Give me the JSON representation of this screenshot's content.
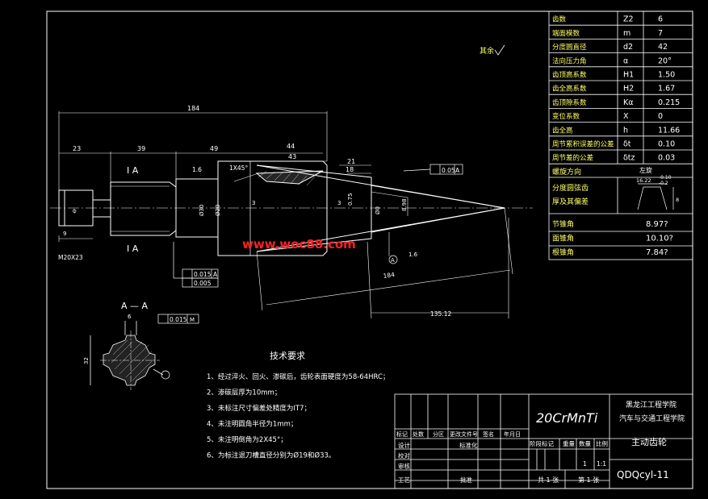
{
  "params_table": {
    "rows": [
      {
        "name": "齿数",
        "symbol": "Z2",
        "value": "6"
      },
      {
        "name": "端面模数",
        "symbol": "m",
        "value": "7"
      },
      {
        "name": "分度圆直径",
        "symbol": "d2",
        "value": "42"
      },
      {
        "name": "法向压力角",
        "symbol": "α",
        "value": "20°"
      },
      {
        "name": "齿顶高系数",
        "symbol": "H1",
        "value": "1.50"
      },
      {
        "name": "齿全高系数",
        "symbol": "H2",
        "value": "1.67"
      },
      {
        "name": "齿顶隙系数",
        "symbol": "Kα",
        "value": "0.215"
      },
      {
        "name": "变位系数",
        "symbol": "X",
        "value": "0"
      },
      {
        "name": "齿全高",
        "symbol": "h",
        "value": "11.66"
      },
      {
        "name": "周节累积误差的公差",
        "symbol": "δt",
        "value": "0.10"
      },
      {
        "name": "周节差的公差",
        "symbol": "δtz",
        "value": "0.03"
      }
    ],
    "helix_label": "螺旋方向",
    "helix_value": "左旋",
    "tooth_thickness_label_1": "分度圆弦齿",
    "tooth_thickness_label_2": "厚及其偏差",
    "tooth_dim_1": "16.22",
    "tooth_tol_upper": "-0.10",
    "tooth_tol_lower": "-0.2",
    "tooth_dim_2": "8",
    "angles": [
      {
        "name": "节锥角",
        "value": "8.97?"
      },
      {
        "name": "面锥角",
        "value": "10.10?"
      },
      {
        "name": "根锥角",
        "value": "7.84?"
      }
    ]
  },
  "drawing": {
    "roughness_note": "其余",
    "dims": {
      "overall": "184",
      "d23": "23",
      "d39": "39",
      "d49": "49",
      "d44": "44",
      "d43": "43",
      "d21": "21",
      "d18": "18",
      "d9": "9",
      "chamfer": "1X45°",
      "r16": "1.6",
      "r16b": "1.6",
      "d3a": "3",
      "d3b": "3",
      "dia30": "Ø30",
      "dia20": "Ø20",
      "dia0": "Ø0",
      "d075": "0.75",
      "d898": "8.98",
      "d184b": "184",
      "d13512": "135.12",
      "thread": "M20X23",
      "section_mark": "I A",
      "section_mark_2": "I A",
      "small_dim": "Ø",
      "datum": "A"
    },
    "tolerances": {
      "runout_top": "0.05",
      "runout_top_ref": "A",
      "runout_shaft": "0.015",
      "runout_shaft_ref": "A",
      "cyl": "0.005",
      "sec_pos": "0.015",
      "sec_pos_ref": "M"
    },
    "watermark": "www.woc88.com",
    "section": {
      "title": "A — A",
      "d6": "6",
      "d32": "32"
    }
  },
  "tech_req": {
    "title": "技术要求",
    "items": [
      "1、经过淬火、回火、渗碳后，齿轮表面硬度为58-64HRC；",
      "2、渗碳层厚为10mm；",
      "3、未标注尺寸偏差处精度为IT7；",
      "4、未注明圆角半径为1mm；",
      "5、未注明倒角为2X45°；",
      "6、为标注退刀槽直径分别为Ø19和Ø33。"
    ]
  },
  "title_block": {
    "material": "20CrMnTi",
    "school": "黑龙江工程学院",
    "college": "汽车与交通工程学院",
    "part_name": "主动齿轮",
    "drawing_no": "QDQcyl-11",
    "header_cells": [
      "标记",
      "处数",
      "分区",
      "更改文件号",
      "签名",
      "年月日"
    ],
    "left_labels": [
      "设计",
      "标准化",
      "审核",
      "工艺",
      "批准"
    ],
    "check_label": "校对",
    "stage_headers": [
      "阶段标记",
      "重量",
      "数量",
      "比例"
    ],
    "count": "1",
    "scale": "1:1",
    "sheet_total": "共 1 张",
    "sheet_no": "第 1 张"
  }
}
